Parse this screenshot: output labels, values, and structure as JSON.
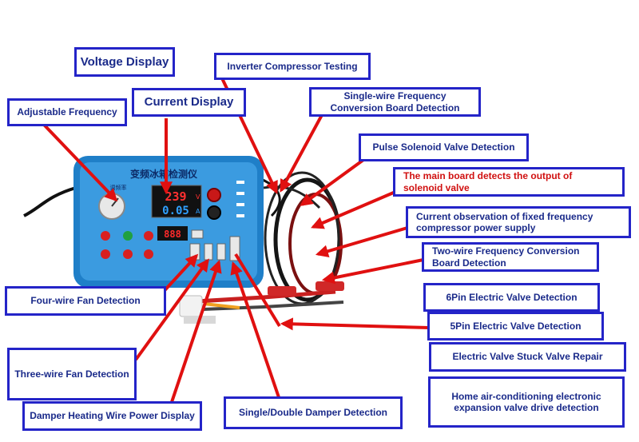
{
  "device": {
    "title": "变频冰箱检测仪",
    "knob_label": "调频率",
    "voltage_reading": "239",
    "voltage_unit": "V",
    "current_reading": "0.05",
    "current_unit": "A",
    "freq_reading": "888"
  },
  "labels": {
    "voltage_display": "Voltage Display",
    "current_display": "Current Display",
    "adjustable_frequency": "Adjustable Frequency",
    "inverter_compressor": "Inverter Compressor Testing",
    "single_wire_board_l1": "Single-wire Frequency",
    "single_wire_board_l2": "Conversion Board Detection",
    "pulse_solenoid": "Pulse Solenoid Valve Detection",
    "main_board_l1": "The main board detects the output of",
    "main_board_l2": "solenoid valve",
    "current_observation_l1": "Current observation of fixed frequency",
    "current_observation_l2": "compressor power supply",
    "two_wire_board_l1": "Two-wire Frequency Conversion",
    "two_wire_board_l2": "Board Detection",
    "six_pin": "6Pin Electric Valve Detection",
    "five_pin": "5Pin Electric Valve Detection",
    "stuck_valve": "Electric Valve Stuck Valve Repair",
    "home_ac_l1": "Home air-conditioning electronic",
    "home_ac_l2": "expansion valve drive detection",
    "four_wire_fan": "Four-wire Fan Detection",
    "three_wire_fan": "Three-wire Fan Detection",
    "damper_heating": "Damper Heating Wire Power Display",
    "single_double_damper": "Single/Double Damper Detection"
  },
  "colors": {
    "label_border": "#2424c8",
    "label_text": "#1a2a8a",
    "label_text_red": "#d01010",
    "arrow": "#e01010",
    "device_body": "#2a8fd6"
  }
}
